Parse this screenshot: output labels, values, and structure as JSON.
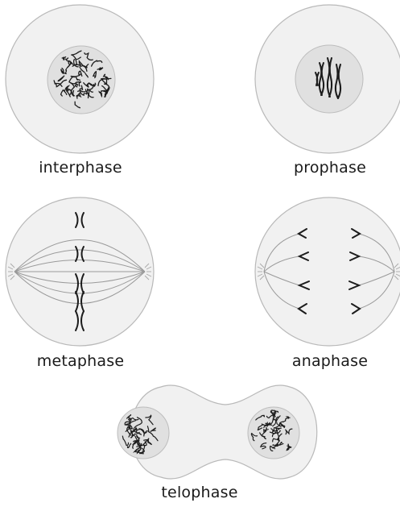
{
  "colors": {
    "cell_fill": "#f1f1f1",
    "cell_stroke": "#b9b9b9",
    "nucleus_fill": "#e0e0e0",
    "nucleus_stroke": "#bdbdbd",
    "chromatin": "#1c1c1c",
    "spindle": "#9a9a9a"
  },
  "stages": {
    "interphase": {
      "label": "interphase"
    },
    "prophase": {
      "label": "prophase"
    },
    "metaphase": {
      "label": "metaphase"
    },
    "anaphase": {
      "label": "anaphase"
    },
    "telophase": {
      "label": "telophase"
    }
  }
}
